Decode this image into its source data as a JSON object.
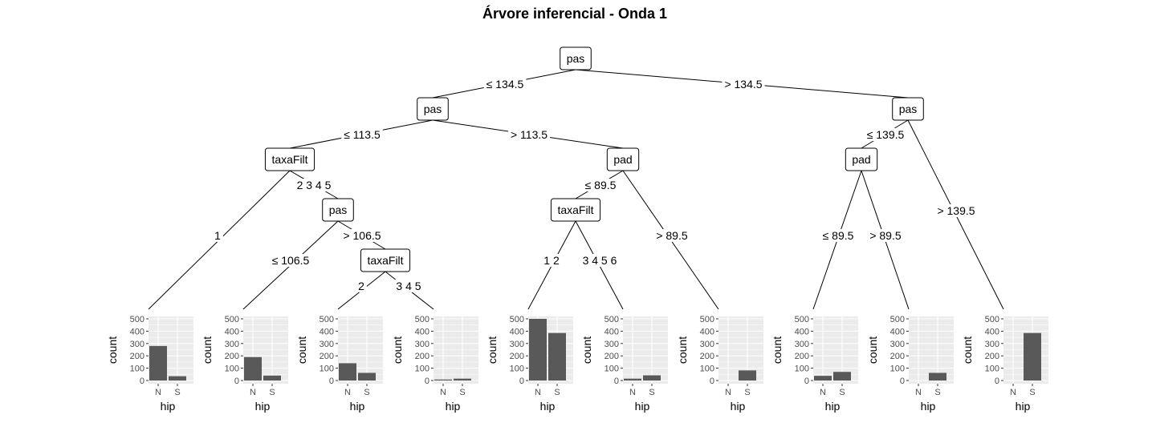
{
  "title": "Árvore inferencial - Onda 1",
  "nodes": [
    {
      "id": "n1",
      "label": "pas"
    },
    {
      "id": "n2",
      "label": "pas"
    },
    {
      "id": "n3",
      "label": "taxaFilt"
    },
    {
      "id": "n5",
      "label": "pas"
    },
    {
      "id": "n7",
      "label": "taxaFilt"
    },
    {
      "id": "n10",
      "label": "pad"
    },
    {
      "id": "n11",
      "label": "taxaFilt"
    },
    {
      "id": "n15",
      "label": "pas"
    },
    {
      "id": "n16",
      "label": "pad"
    }
  ],
  "edges": [
    {
      "from": "n1",
      "to": "n2",
      "label": "≤ 134.5"
    },
    {
      "from": "n1",
      "to": "n15",
      "label": "> 134.5"
    },
    {
      "from": "n2",
      "to": "n3",
      "label": "≤ 113.5"
    },
    {
      "from": "n2",
      "to": "n10",
      "label": "> 113.5"
    },
    {
      "from": "n3",
      "to": "leaf1",
      "label": "1"
    },
    {
      "from": "n3",
      "to": "n5",
      "label": "2 3 4 5"
    },
    {
      "from": "n5",
      "to": "leaf2",
      "label": "≤ 106.5"
    },
    {
      "from": "n5",
      "to": "n7",
      "label": "> 106.5"
    },
    {
      "from": "n7",
      "to": "leaf3",
      "label": "2"
    },
    {
      "from": "n7",
      "to": "leaf4",
      "label": "3 4 5"
    },
    {
      "from": "n10",
      "to": "n11",
      "label": "≤ 89.5"
    },
    {
      "from": "n10",
      "to": "leaf7",
      "label": "> 89.5"
    },
    {
      "from": "n11",
      "to": "leaf5",
      "label": "1 2"
    },
    {
      "from": "n11",
      "to": "leaf6",
      "label": "3 4 5 6"
    },
    {
      "from": "n15",
      "to": "n16",
      "label": "≤ 139.5"
    },
    {
      "from": "n15",
      "to": "leaf10",
      "label": "> 139.5"
    },
    {
      "from": "n16",
      "to": "leaf8",
      "label": "≤ 89.5"
    },
    {
      "from": "n16",
      "to": "leaf9",
      "label": "> 89.5"
    }
  ],
  "chart_data": {
    "type": "bar",
    "categories": [
      "N",
      "S"
    ],
    "xlabel": "hip",
    "ylabel": "count",
    "ylim": [
      0,
      500
    ],
    "yticks": [
      "0",
      "100",
      "200",
      "300",
      "400",
      "500"
    ],
    "grid": true,
    "leaves": [
      {
        "id": "leaf1",
        "values": [
          280,
          35
        ]
      },
      {
        "id": "leaf2",
        "values": [
          190,
          40
        ]
      },
      {
        "id": "leaf3",
        "values": [
          140,
          62
        ]
      },
      {
        "id": "leaf4",
        "values": [
          8,
          15
        ]
      },
      {
        "id": "leaf5",
        "values": [
          500,
          385
        ]
      },
      {
        "id": "leaf6",
        "values": [
          15,
          42
        ]
      },
      {
        "id": "leaf7",
        "values": [
          0,
          82
        ]
      },
      {
        "id": "leaf8",
        "values": [
          38,
          70
        ]
      },
      {
        "id": "leaf9",
        "values": [
          0,
          62
        ]
      },
      {
        "id": "leaf10",
        "values": [
          0,
          385
        ]
      }
    ]
  }
}
